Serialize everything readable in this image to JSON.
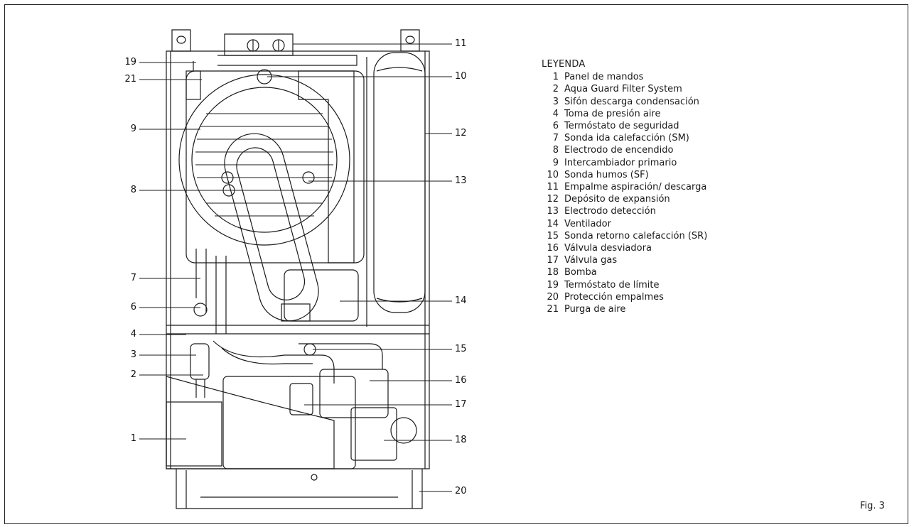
{
  "callouts": {
    "c11": "11",
    "c10": "10",
    "c12": "12",
    "c13": "13",
    "c14": "14",
    "c15": "15",
    "c16": "16",
    "c17": "17",
    "c18": "18",
    "c20": "20",
    "c19": "19",
    "c21": "21",
    "c9": "9",
    "c8": "8",
    "c7": "7",
    "c6": "6",
    "c4": "4",
    "c3": "3",
    "c2": "2",
    "c1": "1"
  },
  "legend": {
    "title": "LEYENDA",
    "items": [
      {
        "num": "1",
        "label": "Panel de mandos"
      },
      {
        "num": "2",
        "label": "Aqua Guard Filter System"
      },
      {
        "num": "3",
        "label": "Sifón descarga condensación"
      },
      {
        "num": "4",
        "label": "Toma de presión aire"
      },
      {
        "num": "6",
        "label": "Termóstato de seguridad"
      },
      {
        "num": "7",
        "label": "Sonda ida calefacción (SM)"
      },
      {
        "num": "8",
        "label": "Electrodo de encendido"
      },
      {
        "num": "9",
        "label": "Intercambiador primario"
      },
      {
        "num": "10",
        "label": "Sonda humos (SF)"
      },
      {
        "num": "11",
        "label": "Empalme aspiración/ descarga"
      },
      {
        "num": "12",
        "label": "Depósito de expansión"
      },
      {
        "num": "13",
        "label": "Electrodo detección"
      },
      {
        "num": "14",
        "label": "Ventilador"
      },
      {
        "num": "15",
        "label": "Sonda retorno calefacción (SR)"
      },
      {
        "num": "16",
        "label": "Válvula desviadora"
      },
      {
        "num": "17",
        "label": "Válvula gas"
      },
      {
        "num": "18",
        "label": "Bomba"
      },
      {
        "num": "19",
        "label": "Termóstato de límite"
      },
      {
        "num": "20",
        "label": "Protección empalmes"
      },
      {
        "num": "21",
        "label": "Purga de aire"
      }
    ]
  },
  "figure_label": "Fig. 3"
}
